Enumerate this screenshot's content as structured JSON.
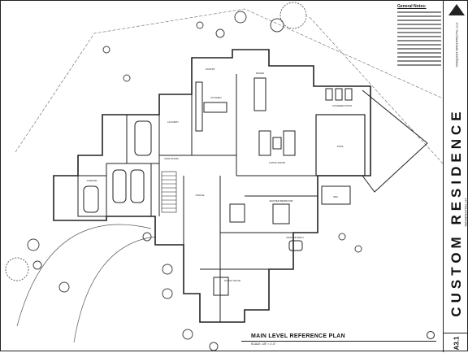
{
  "sheet": {
    "plan_title": "MAIN LEVEL REFERENCE PLAN",
    "plan_scale": "SCALE: 1/8\" = 1'-0\"",
    "sheet_number": "A3.1"
  },
  "title_block": {
    "project_name": "CUSTOM RESIDENCE",
    "project_subtitle": "WASHINGTON, UT",
    "firm_name": "IVOQUIST ARCHITECTS, LLC"
  },
  "general_notes": {
    "header": "General Notes:"
  },
  "rooms": {
    "garage": "GARAGE",
    "kitchen": "KITCHEN",
    "dining": "DINING",
    "living": "LIVING ROOM",
    "pool": "POOL",
    "master_bedroom": "MASTER BEDROOM",
    "master_bath": "MASTER BATH",
    "mudroom": "MUD ROOM",
    "office": "OFFICE",
    "guest": "GUEST SUITE",
    "spa": "SPA",
    "laundry": "LAUNDRY",
    "patio": "COVERED PATIO",
    "pantry": "PANTRY"
  },
  "colors": {
    "line": "#222222",
    "light_line": "#888888"
  }
}
